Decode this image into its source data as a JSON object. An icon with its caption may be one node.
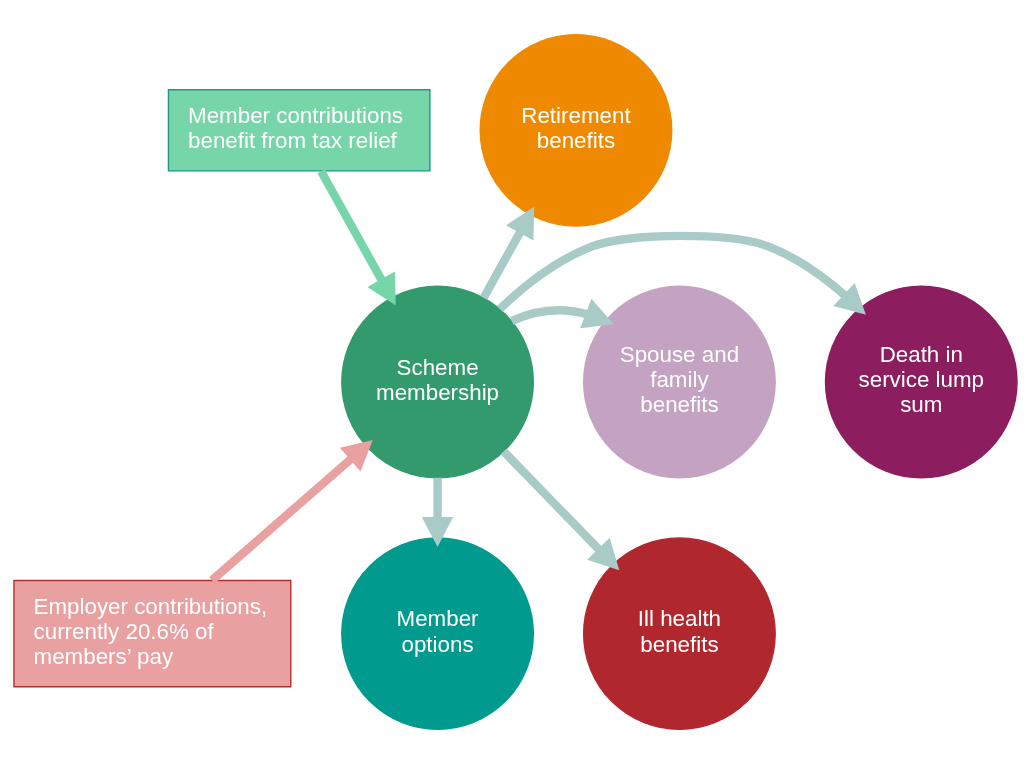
{
  "diagram": {
    "nodes": [
      {
        "text": [
          "Member contributions benefit from tax relief"
        ]
      },
      {
        "text": [
          "Retirement benefits"
        ]
      },
      {
        "text": [
          "Death in service lump sum"
        ]
      },
      {
        "text": [
          "Spouse and family benefits"
        ]
      },
      {
        "text": [
          "Scheme membership"
        ]
      },
      {
        "text": [
          "Employer contributions, currently 20.6% of members’ pay"
        ]
      },
      {
        "text": [
          "Member options"
        ]
      },
      {
        "text": [
          "Ill health benefits"
        ]
      }
    ],
    "edges": [
      {
        "from": 0,
        "to": 4,
        "arrow": "to",
        "color": "#76d6aa"
      },
      {
        "from": 5,
        "to": 4,
        "arrow": "to",
        "color": "#e8a0a0"
      },
      {
        "from": 4,
        "to": 1,
        "arrow": "to"
      },
      {
        "from": 4,
        "to": 3,
        "arrow": "to"
      },
      {
        "from": 4,
        "to": 7,
        "arrow": "to"
      },
      {
        "from": 4,
        "to": 6,
        "arrow": "to"
      },
      {
        "from": 4,
        "to": 2,
        "arrow": "to"
      }
    ]
  }
}
